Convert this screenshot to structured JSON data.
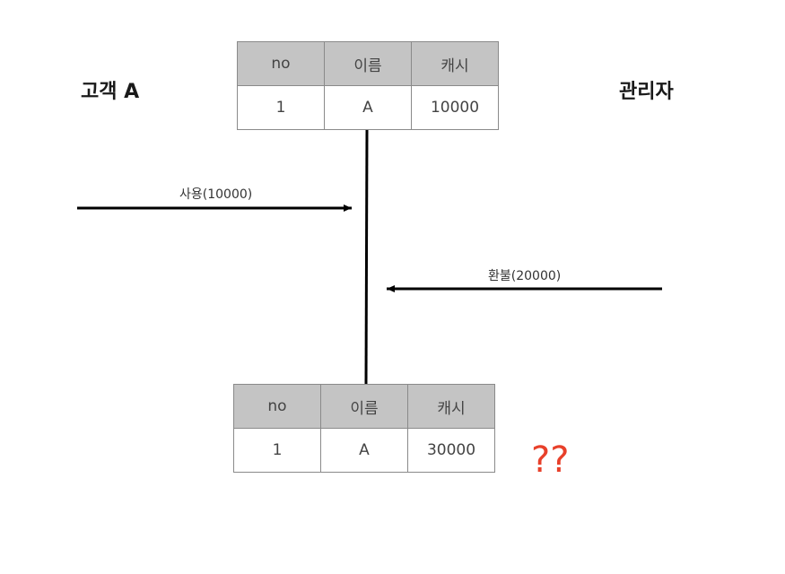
{
  "actors": {
    "left": "고객 A",
    "right": "관리자"
  },
  "table_top": {
    "headers": [
      "no",
      "이름",
      "캐시"
    ],
    "row": [
      "1",
      "A",
      "10000"
    ]
  },
  "table_bottom": {
    "headers": [
      "no",
      "이름",
      "캐시"
    ],
    "row": [
      "1",
      "A",
      "30000"
    ]
  },
  "arrows": {
    "use": "사용(10000)",
    "refund": "환불(20000)"
  },
  "question": "??",
  "colors": {
    "header_bg": "#c4c4c4",
    "highlight": "#e8402a",
    "line": "#000000"
  }
}
